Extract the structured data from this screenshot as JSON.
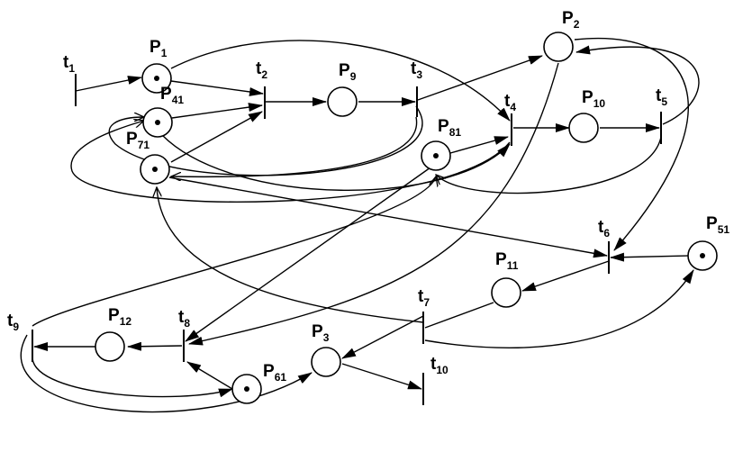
{
  "places": [
    {
      "id": "p1",
      "letter": "P",
      "sub": "1",
      "token": true
    },
    {
      "id": "p2",
      "letter": "P",
      "sub": "2",
      "token": false
    },
    {
      "id": "p3",
      "letter": "P",
      "sub": "3",
      "token": false
    },
    {
      "id": "p9",
      "letter": "P",
      "sub": "9",
      "token": false
    },
    {
      "id": "p10",
      "letter": "P",
      "sub": "10",
      "token": false
    },
    {
      "id": "p11",
      "letter": "P",
      "sub": "11",
      "token": false
    },
    {
      "id": "p12",
      "letter": "P",
      "sub": "12",
      "token": false
    },
    {
      "id": "p41",
      "letter": "P",
      "sub": "41",
      "token": true
    },
    {
      "id": "p51",
      "letter": "P",
      "sub": "51",
      "token": true
    },
    {
      "id": "p61",
      "letter": "P",
      "sub": "61",
      "token": true
    },
    {
      "id": "p71",
      "letter": "P",
      "sub": "71",
      "token": true
    },
    {
      "id": "p81",
      "letter": "P",
      "sub": "81",
      "token": true
    }
  ],
  "transitions": [
    {
      "id": "t1",
      "letter": "t",
      "sub": "1"
    },
    {
      "id": "t2",
      "letter": "t",
      "sub": "2"
    },
    {
      "id": "t3",
      "letter": "t",
      "sub": "3"
    },
    {
      "id": "t4",
      "letter": "t",
      "sub": "4"
    },
    {
      "id": "t5",
      "letter": "t",
      "sub": "5"
    },
    {
      "id": "t6",
      "letter": "t",
      "sub": "6"
    },
    {
      "id": "t7",
      "letter": "t",
      "sub": "7"
    },
    {
      "id": "t8",
      "letter": "t",
      "sub": "8"
    },
    {
      "id": "t9",
      "letter": "t",
      "sub": "9"
    },
    {
      "id": "t10",
      "letter": "t",
      "sub": "10"
    }
  ]
}
